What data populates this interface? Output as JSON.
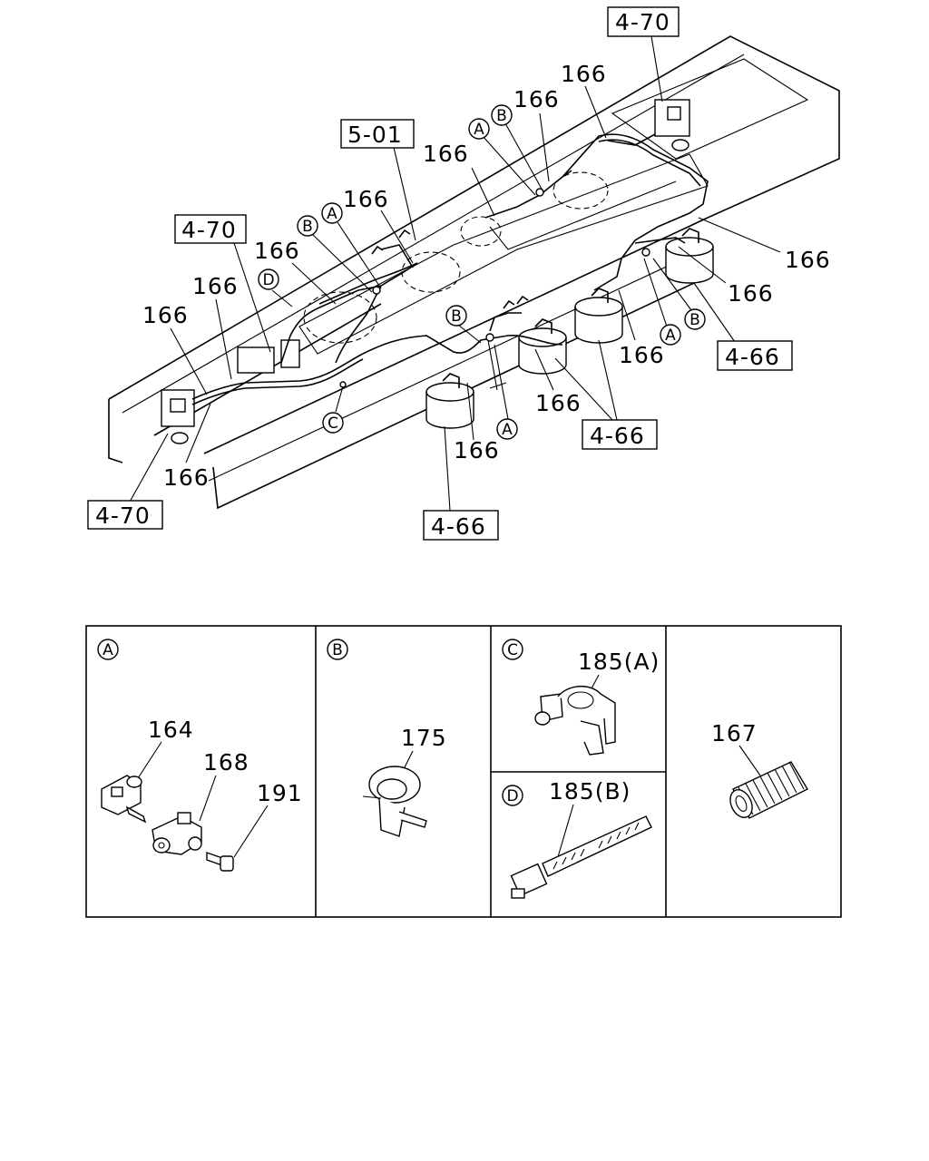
{
  "diagram": {
    "part_numbers": {
      "p166": "166",
      "p164": "164",
      "p168": "168",
      "p191": "191",
      "p175": "175",
      "p185a": "185(A)",
      "p185b": "185(B)",
      "p167": "167"
    },
    "page_refs": {
      "r470": "4-70",
      "r501": "5-01",
      "r466": "4-66"
    },
    "callouts": {
      "A": "A",
      "B": "B",
      "C": "C",
      "D": "D"
    }
  }
}
